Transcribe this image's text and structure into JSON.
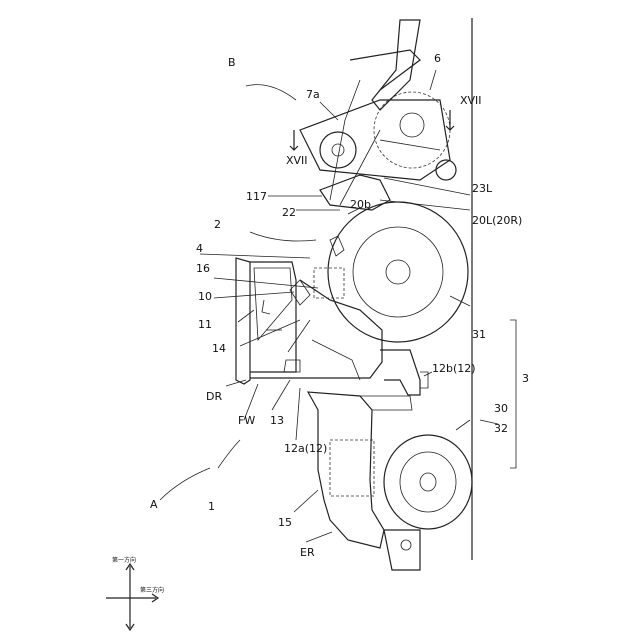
{
  "labels": {
    "A": "A",
    "B": "B",
    "n1": "1",
    "n2": "2",
    "n3": "3",
    "n4": "4",
    "n6": "6",
    "n7a": "7a",
    "n10": "10",
    "n11": "11",
    "n13": "13",
    "n14": "14",
    "n15": "15",
    "n16": "16",
    "n22": "22",
    "n30": "30",
    "n31": "31",
    "n32": "32",
    "n117": "117",
    "n20b": "20b",
    "n23L": "23L",
    "n20L": "20L(20R)",
    "n12b": "12b(12)",
    "n12a": "12a(12)",
    "DR": "DR",
    "FW": "FW",
    "ER": "ER",
    "xvii_top": "XVII",
    "xvii_left": "XVII"
  },
  "axes": {
    "dir1": "第一方向",
    "dir2": "第三方向"
  }
}
